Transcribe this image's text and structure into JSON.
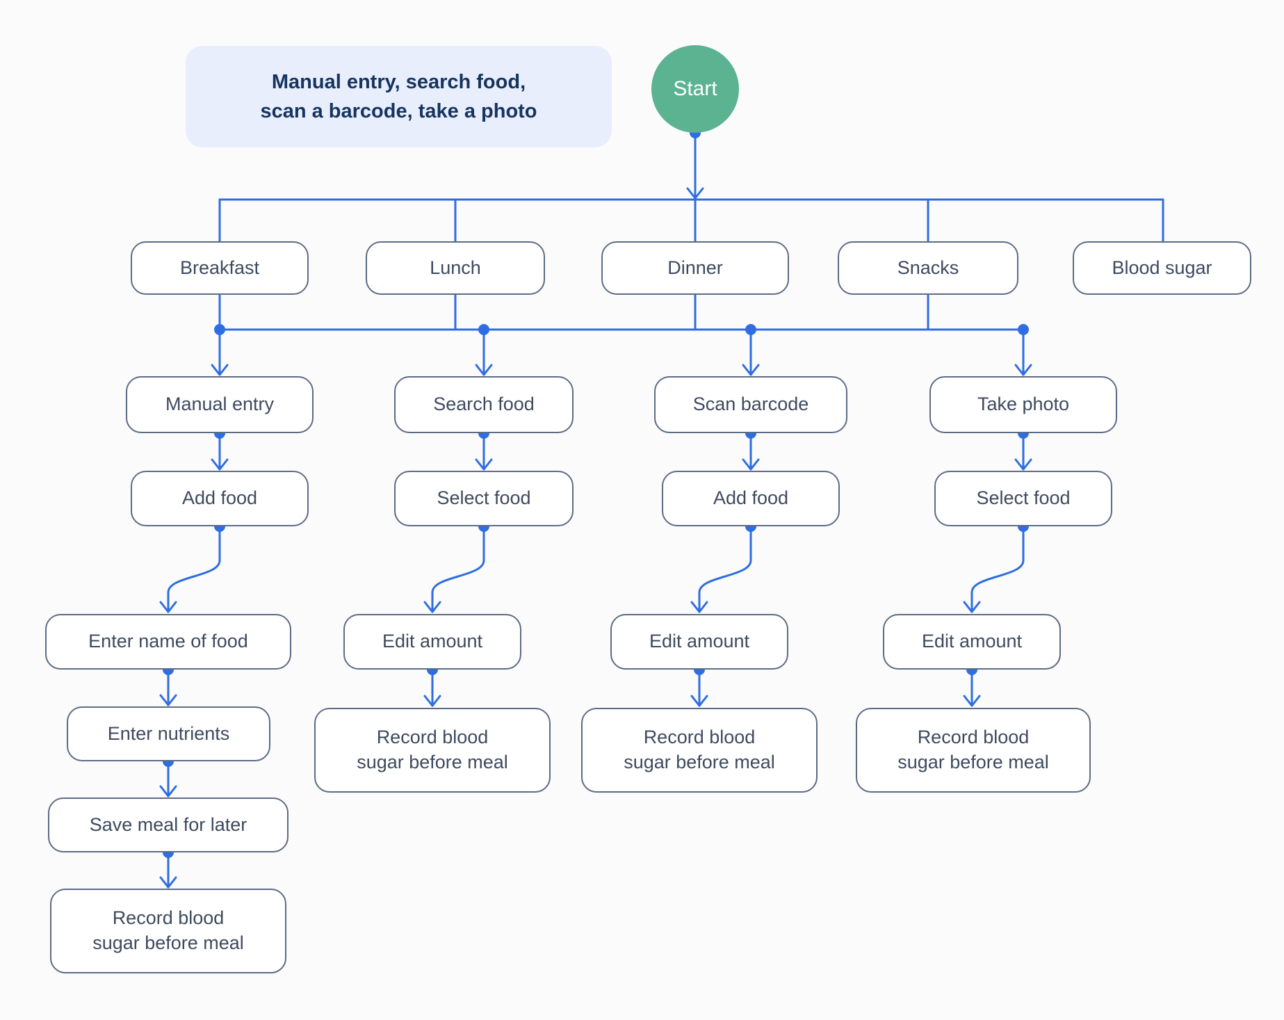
{
  "colors": {
    "background": "#fbfbfb",
    "connector_blue": "#2e6de2",
    "node_border": "#5c6b84",
    "node_fill": "#ffffff",
    "node_text": "#3d4a5e",
    "start_fill": "#5bb392",
    "start_text": "#ffffff",
    "note_fill": "#e8eefb",
    "note_text": "#16345f"
  },
  "note": {
    "line1": "Manual entry, search food,",
    "line2": "scan a barcode, take a photo"
  },
  "labels": {
    "start": "Start",
    "breakfast": "Breakfast",
    "lunch": "Lunch",
    "dinner": "Dinner",
    "snacks": "Snacks",
    "blood_sugar": "Blood sugar",
    "manual_entry": "Manual entry",
    "search_food": "Search food",
    "scan_barcode": "Scan barcode",
    "take_photo": "Take photo",
    "add_food": "Add food",
    "select_food": "Select food",
    "enter_name_of_food": "Enter name of food",
    "edit_amount": "Edit amount",
    "enter_nutrients": "Enter nutrients",
    "save_meal_for_later": "Save meal for later",
    "record_blood_sugar_line1": "Record blood",
    "record_blood_sugar_line2": "sugar before meal"
  },
  "flow_columns": [
    {
      "steps": [
        "Manual entry",
        "Add food",
        "Enter name of food",
        "Enter nutrients",
        "Save meal for later",
        "Record blood sugar before meal"
      ]
    },
    {
      "steps": [
        "Search food",
        "Select food",
        "Edit amount",
        "Record blood sugar before meal"
      ]
    },
    {
      "steps": [
        "Scan barcode",
        "Add food",
        "Edit amount",
        "Record blood sugar before meal"
      ]
    },
    {
      "steps": [
        "Take photo",
        "Select food",
        "Edit amount",
        "Record blood sugar before meal"
      ]
    }
  ],
  "start_branches": [
    "Breakfast",
    "Lunch",
    "Dinner",
    "Snacks",
    "Blood sugar"
  ]
}
